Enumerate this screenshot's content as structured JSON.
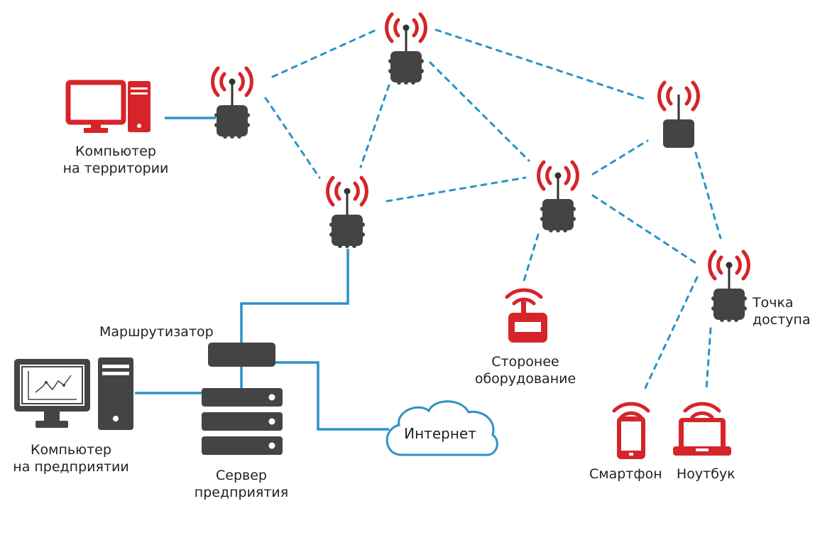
{
  "diagram": {
    "type": "wireless-mesh-network",
    "colors": {
      "device_dark": "#444444",
      "accent_red": "#d5252a",
      "link_blue": "#2a93c7",
      "text": "#222222"
    },
    "labels": {
      "computer_territory": [
        "Компьютер",
        "на территории"
      ],
      "router": "Маршрутизатор",
      "computer_enterprise": [
        "Компьютер",
        "на предприятии"
      ],
      "server": [
        "Сервер",
        "предприятия"
      ],
      "internet": "Интернет",
      "third_party": [
        "Сторонее",
        "оборудование"
      ],
      "access_point": [
        "Точка",
        "доступа"
      ],
      "smartphone": "Смартфон",
      "laptop": "Ноутбук"
    },
    "nodes": [
      {
        "id": "mesh-1",
        "kind": "mesh-node"
      },
      {
        "id": "mesh-top",
        "kind": "mesh-node"
      },
      {
        "id": "mesh-center",
        "kind": "mesh-node"
      },
      {
        "id": "mesh-mid-right",
        "kind": "mesh-node"
      },
      {
        "id": "mesh-right",
        "kind": "mesh-node-plain"
      },
      {
        "id": "access-point",
        "kind": "mesh-node"
      },
      {
        "id": "router",
        "kind": "router"
      },
      {
        "id": "server",
        "kind": "server"
      },
      {
        "id": "computer-territory",
        "kind": "desktop-red"
      },
      {
        "id": "computer-enterprise",
        "kind": "desktop-dark"
      },
      {
        "id": "internet",
        "kind": "cloud"
      },
      {
        "id": "third-party",
        "kind": "wireless-device"
      },
      {
        "id": "smartphone",
        "kind": "phone"
      },
      {
        "id": "laptop",
        "kind": "laptop"
      }
    ],
    "edges": [
      {
        "from": "computer-territory",
        "to": "mesh-1",
        "style": "wired"
      },
      {
        "from": "mesh-1",
        "to": "mesh-top",
        "style": "wireless"
      },
      {
        "from": "mesh-1",
        "to": "mesh-center",
        "style": "wireless"
      },
      {
        "from": "mesh-top",
        "to": "mesh-center",
        "style": "wireless"
      },
      {
        "from": "mesh-top",
        "to": "mesh-mid-right",
        "style": "wireless"
      },
      {
        "from": "mesh-top",
        "to": "mesh-right",
        "style": "wireless"
      },
      {
        "from": "mesh-center",
        "to": "mesh-mid-right",
        "style": "wireless"
      },
      {
        "from": "mesh-mid-right",
        "to": "mesh-right",
        "style": "wireless"
      },
      {
        "from": "mesh-mid-right",
        "to": "access-point",
        "style": "wireless"
      },
      {
        "from": "mesh-right",
        "to": "access-point",
        "style": "wireless"
      },
      {
        "from": "mesh-mid-right",
        "to": "third-party",
        "style": "wireless"
      },
      {
        "from": "access-point",
        "to": "smartphone",
        "style": "wireless"
      },
      {
        "from": "access-point",
        "to": "laptop",
        "style": "wireless"
      },
      {
        "from": "mesh-center",
        "to": "router",
        "style": "wired"
      },
      {
        "from": "router",
        "to": "server",
        "style": "wired"
      },
      {
        "from": "router",
        "to": "internet",
        "style": "wired"
      },
      {
        "from": "computer-enterprise",
        "to": "server",
        "style": "wired"
      }
    ]
  }
}
